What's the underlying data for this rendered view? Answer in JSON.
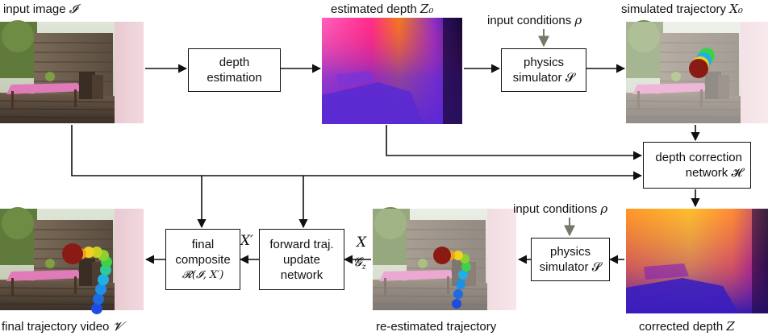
{
  "labels": {
    "input_image": "input image",
    "input_image_sym": "𝓘",
    "estimated_depth": "estimated depth",
    "estimated_depth_sym": "Z₀",
    "input_conditions_top": "input conditions",
    "input_conditions_top_sym": "ρ",
    "simulated_trajectory": "simulated trajectory",
    "simulated_trajectory_sym": "X₀",
    "input_conditions_bottom": "input conditions",
    "input_conditions_bottom_sym": "ρ",
    "final_trajectory_video": "final trajectory video",
    "final_trajectory_video_sym": "𝓥",
    "re_estimated_trajectory": "re-estimated trajectory",
    "corrected_depth": "corrected depth",
    "corrected_depth_sym": "Z",
    "x_prime": "X′",
    "x": "X"
  },
  "boxes": {
    "depth_estimation": [
      "depth",
      "estimation"
    ],
    "physics_sim_top": [
      "physics",
      "simulator 𝓢"
    ],
    "depth_correction": [
      "depth correction",
      "network  𝓗"
    ],
    "physics_sim_bottom": [
      "physics",
      "simulator 𝓢"
    ],
    "forward_traj": [
      "forward traj.",
      "update",
      "network"
    ],
    "final_composite": [
      "final",
      "composite",
      "𝓡(𝓘, X′)"
    ]
  },
  "symbols": {
    "gz": "𝓖"
  },
  "colors": {
    "line": "#111111",
    "condition_arrow": "#77776a",
    "depth_dark": "#18083a",
    "depth_purple": "#4a1fb0",
    "depth_orange": "#f07a1c",
    "depth_yellow": "#ffd84a"
  }
}
